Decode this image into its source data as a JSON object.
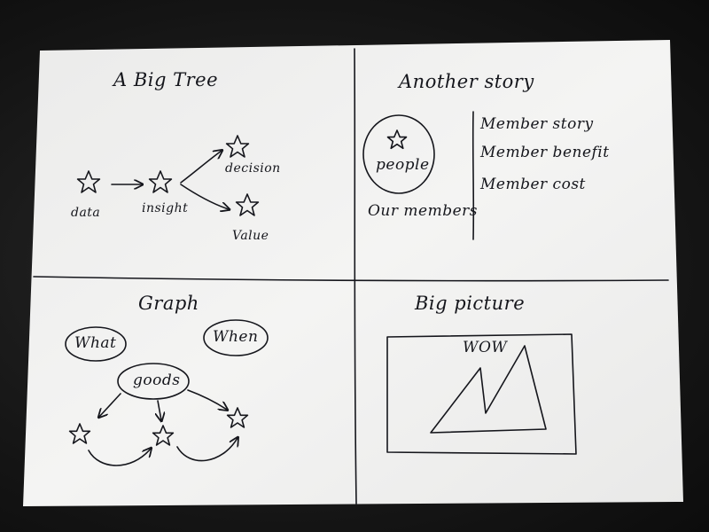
{
  "sketch": {
    "panels": {
      "top_left": {
        "title": "A Big Tree",
        "nodes": {
          "data": "data",
          "insight": "insight",
          "decision": "decision",
          "value": "Value"
        }
      },
      "top_right": {
        "title": "Another story",
        "circle_label": "people",
        "caption": "Our members",
        "list": [
          "Member story",
          "Member benefit",
          "Member cost"
        ]
      },
      "bottom_left": {
        "title": "Graph",
        "bubbles": {
          "what": "What",
          "when": "When",
          "goods": "goods"
        }
      },
      "bottom_right": {
        "title": "Big picture",
        "frame_text": "WOW"
      }
    },
    "ink_color": "#15161c",
    "paper_color": "#f2f2f0"
  }
}
